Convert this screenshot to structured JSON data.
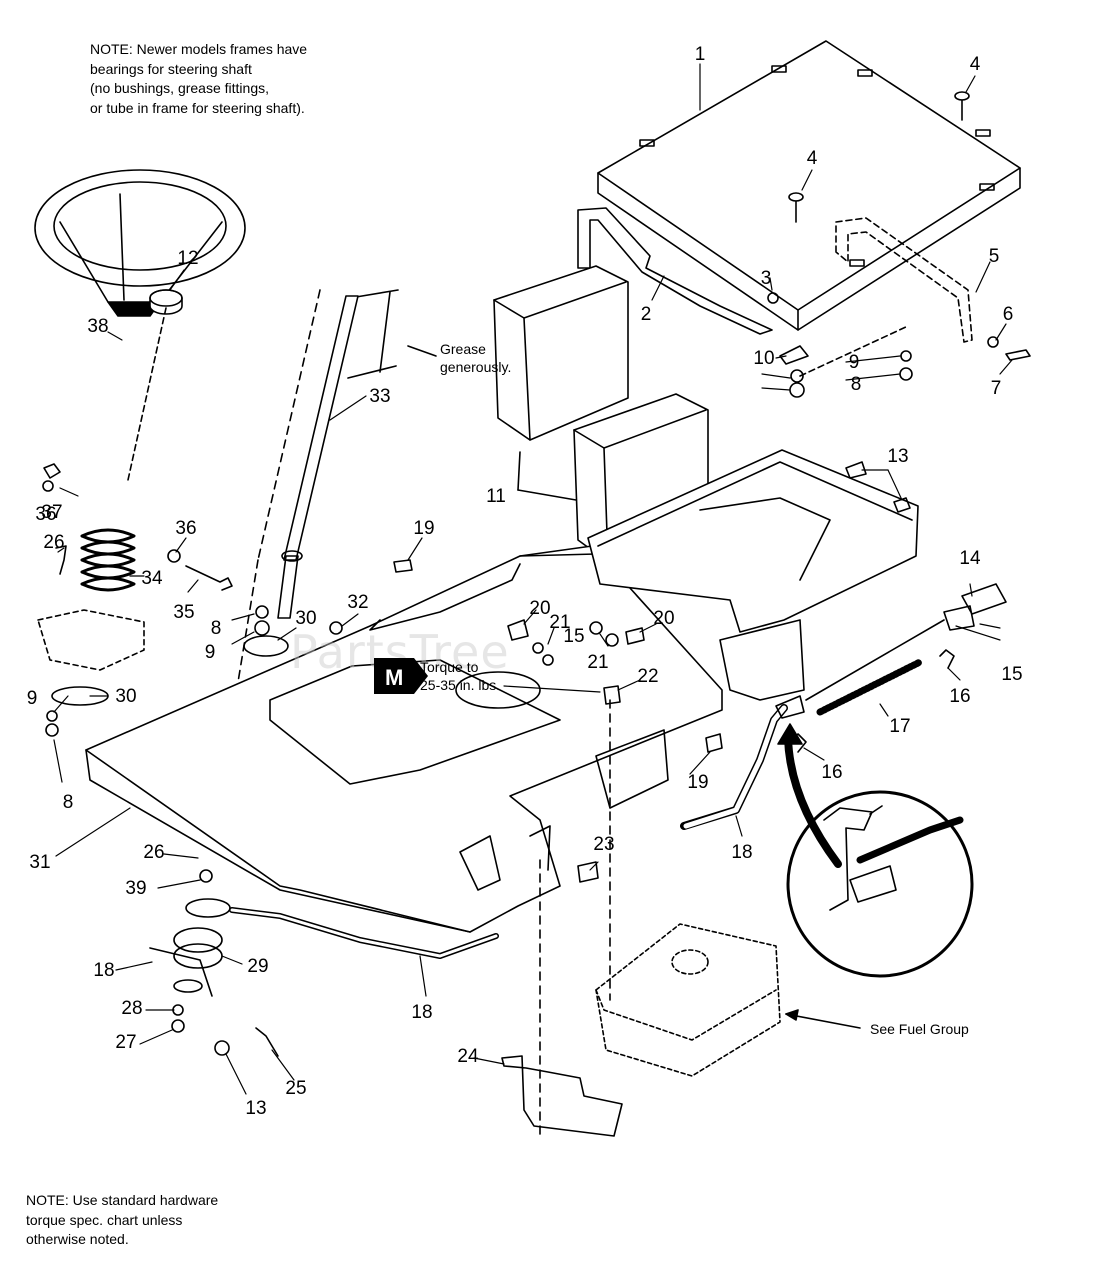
{
  "notes": {
    "top": "NOTE: Newer models frames have\nbearings for steering shaft\n(no bushings, grease fittings,\nor tube in frame for steering shaft).",
    "bottom": "NOTE: Use standard hardware\ntorque spec. chart unless\notherwise noted."
  },
  "annotations": {
    "grease": "Grease\ngenerously.",
    "torque_badge": "M",
    "torque": "Torque to\n25-35 in. lbs.",
    "fuel_group": "See Fuel Group"
  },
  "watermark": "PartsTree",
  "callouts": [
    {
      "n": "1"
    },
    {
      "n": "4"
    },
    {
      "n": "4"
    },
    {
      "n": "2"
    },
    {
      "n": "3"
    },
    {
      "n": "5"
    },
    {
      "n": "6"
    },
    {
      "n": "7"
    },
    {
      "n": "10"
    },
    {
      "n": "9"
    },
    {
      "n": "8"
    },
    {
      "n": "12"
    },
    {
      "n": "38"
    },
    {
      "n": "33"
    },
    {
      "n": "11"
    },
    {
      "n": "13"
    },
    {
      "n": "37"
    },
    {
      "n": "36"
    },
    {
      "n": "36"
    },
    {
      "n": "26"
    },
    {
      "n": "34"
    },
    {
      "n": "35"
    },
    {
      "n": "19"
    },
    {
      "n": "8"
    },
    {
      "n": "9"
    },
    {
      "n": "30"
    },
    {
      "n": "32"
    },
    {
      "n": "20"
    },
    {
      "n": "21"
    },
    {
      "n": "15"
    },
    {
      "n": "20"
    },
    {
      "n": "21"
    },
    {
      "n": "14"
    },
    {
      "n": "15"
    },
    {
      "n": "16"
    },
    {
      "n": "22"
    },
    {
      "n": "17"
    },
    {
      "n": "9"
    },
    {
      "n": "30"
    },
    {
      "n": "8"
    },
    {
      "n": "19"
    },
    {
      "n": "16"
    },
    {
      "n": "31"
    },
    {
      "n": "26"
    },
    {
      "n": "23"
    },
    {
      "n": "18"
    },
    {
      "n": "39"
    },
    {
      "n": "29"
    },
    {
      "n": "18"
    },
    {
      "n": "18"
    },
    {
      "n": "28"
    },
    {
      "n": "27"
    },
    {
      "n": "13"
    },
    {
      "n": "25"
    },
    {
      "n": "24"
    }
  ]
}
